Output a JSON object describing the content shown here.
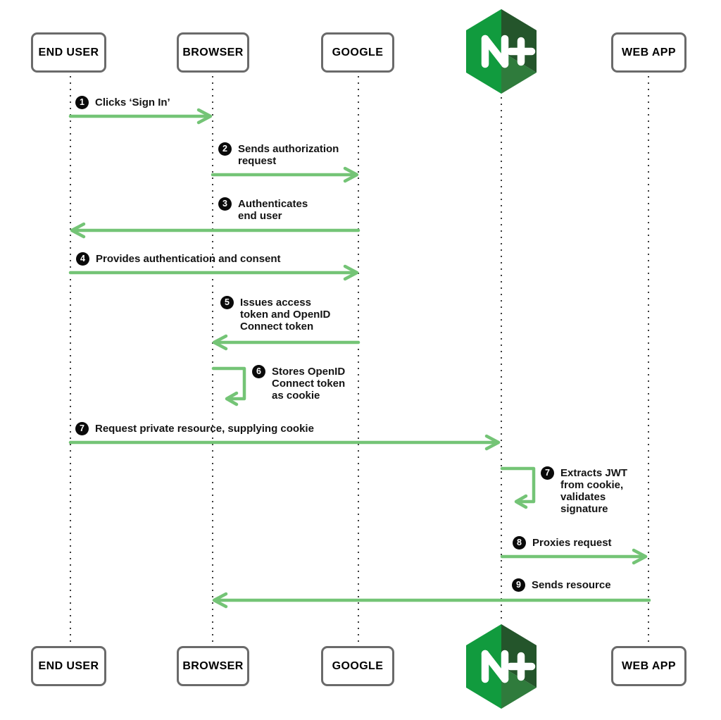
{
  "diagram": {
    "type": "sequence",
    "actors": [
      {
        "id": "end-user",
        "label": "END USER"
      },
      {
        "id": "browser",
        "label": "BROWSER"
      },
      {
        "id": "google",
        "label": "GOOGLE"
      },
      {
        "id": "nginx-plus",
        "label": "N+",
        "icon": "nginx-plus-hexagon-logo"
      },
      {
        "id": "web-app",
        "label": "WEB APP"
      }
    ],
    "steps": [
      {
        "num": "1",
        "text": "Clicks ‘Sign In’",
        "from": "end-user",
        "to": "browser"
      },
      {
        "num": "2",
        "text": "Sends authorization\nrequest",
        "from": "browser",
        "to": "google"
      },
      {
        "num": "3",
        "text": "Authenticates\nend user",
        "from": "google",
        "to": "end-user"
      },
      {
        "num": "4",
        "text": "Provides authentication and consent",
        "from": "end-user",
        "to": "google"
      },
      {
        "num": "5",
        "text": "Issues access\ntoken and OpenID\nConnect token",
        "from": "google",
        "to": "browser"
      },
      {
        "num": "6",
        "text": "Stores OpenID\nConnect token\nas cookie",
        "from": "browser",
        "to": "browser"
      },
      {
        "num": "7",
        "text": "Request private resource, supplying cookie",
        "from": "end-user",
        "to": "nginx-plus"
      },
      {
        "num": "7",
        "text": "Extracts JWT\nfrom cookie,\nvalidates\nsignature",
        "from": "nginx-plus",
        "to": "nginx-plus"
      },
      {
        "num": "8",
        "text": "Proxies request",
        "from": "nginx-plus",
        "to": "web-app"
      },
      {
        "num": "9",
        "text": "Sends resource",
        "from": "web-app",
        "to": "browser"
      }
    ],
    "colors": {
      "arrow": "#74c476",
      "box_border": "#6a6a6a",
      "lifeline": "#3b3b3b",
      "badge_bg": "#0a0a0a",
      "badge_text": "#ffffff",
      "nginx_bright_green": "#119b3e",
      "nginx_dark_green": "#24552b",
      "nginx_mid_green": "#2f7b3c"
    }
  }
}
